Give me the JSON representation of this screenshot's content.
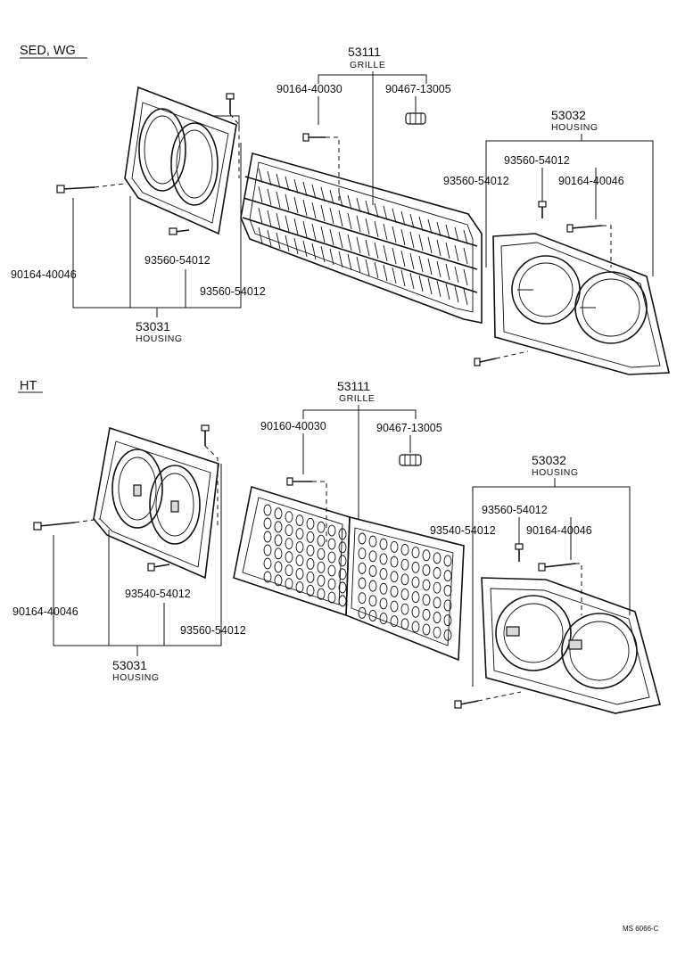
{
  "sections": {
    "top": "SED, WG",
    "bottom": "HT"
  },
  "top": {
    "grille_num": "53111",
    "grille_label": "GRILLE",
    "clip_a": "90164-40030",
    "clip_b": "90467-13005",
    "rh_num": "53032",
    "rh_label": "HOUSING",
    "rh_screw_1": "93560-54012",
    "rh_screw_2": "93560-54012",
    "rh_bolt": "90164-40046",
    "lh_num": "53031",
    "lh_label": "HOUSING",
    "lh_bolt": "90164-40046",
    "lh_screw_1": "93560-54012",
    "lh_screw_2": "93560-54012"
  },
  "bottom": {
    "grille_num": "53111",
    "grille_label": "GRILLE",
    "clip_a": "90160-40030",
    "clip_b": "90467-13005",
    "rh_num": "53032",
    "rh_label": "HOUSING",
    "rh_screw_1": "93560-54012",
    "rh_screw_2": "93540-54012",
    "rh_bolt": "90164-40046",
    "lh_num": "53031",
    "lh_label": "HOUSING",
    "lh_bolt": "90164-40046",
    "lh_screw_1": "93540-54012",
    "lh_screw_2": "93560-54012"
  },
  "footer_code": "MS 6066-C"
}
